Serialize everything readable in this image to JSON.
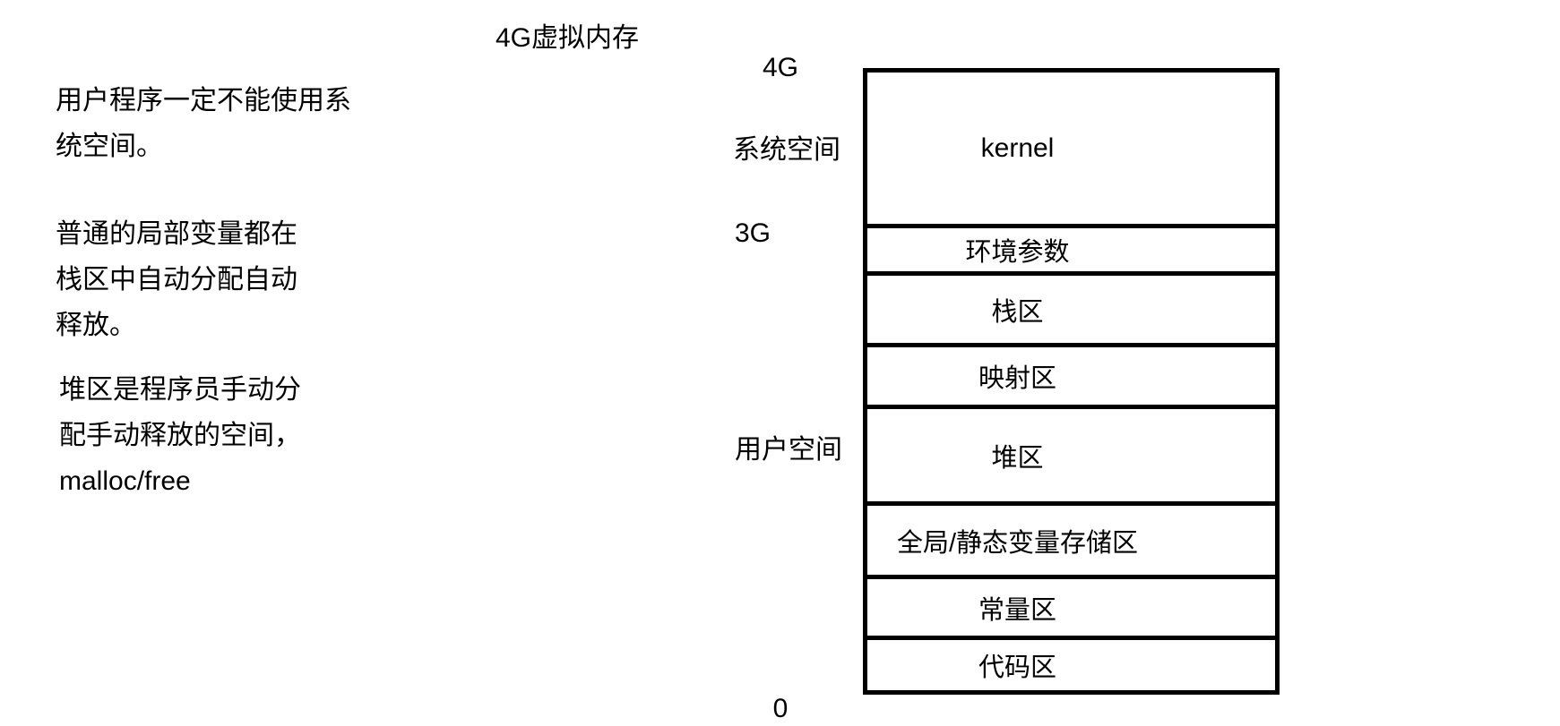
{
  "title": "4G虚拟内存",
  "notes": [
    {
      "lines": [
        "用户程序一定不能使用系",
        "统空间。"
      ]
    },
    {
      "lines": [
        "普通的局部变量都在",
        "栈区中自动分配自动",
        "释放。"
      ]
    },
    {
      "lines": [
        "堆区是程序员手动分",
        "配手动释放的空间，",
        "malloc/free"
      ]
    }
  ],
  "axis_labels": {
    "top": "4G",
    "system_space": "系统空间",
    "middle": "3G",
    "user_space": "用户空间",
    "bottom": "0"
  },
  "memory_regions": [
    {
      "label": "kernel"
    },
    {
      "label": "环境参数"
    },
    {
      "label": "栈区"
    },
    {
      "label": "映射区"
    },
    {
      "label": "堆区"
    },
    {
      "label": "全局/静态变量存储区"
    },
    {
      "label": "常量区"
    },
    {
      "label": "代码区"
    }
  ],
  "colors": {
    "line": "#000000",
    "text": "#000000",
    "background": "#ffffff"
  }
}
